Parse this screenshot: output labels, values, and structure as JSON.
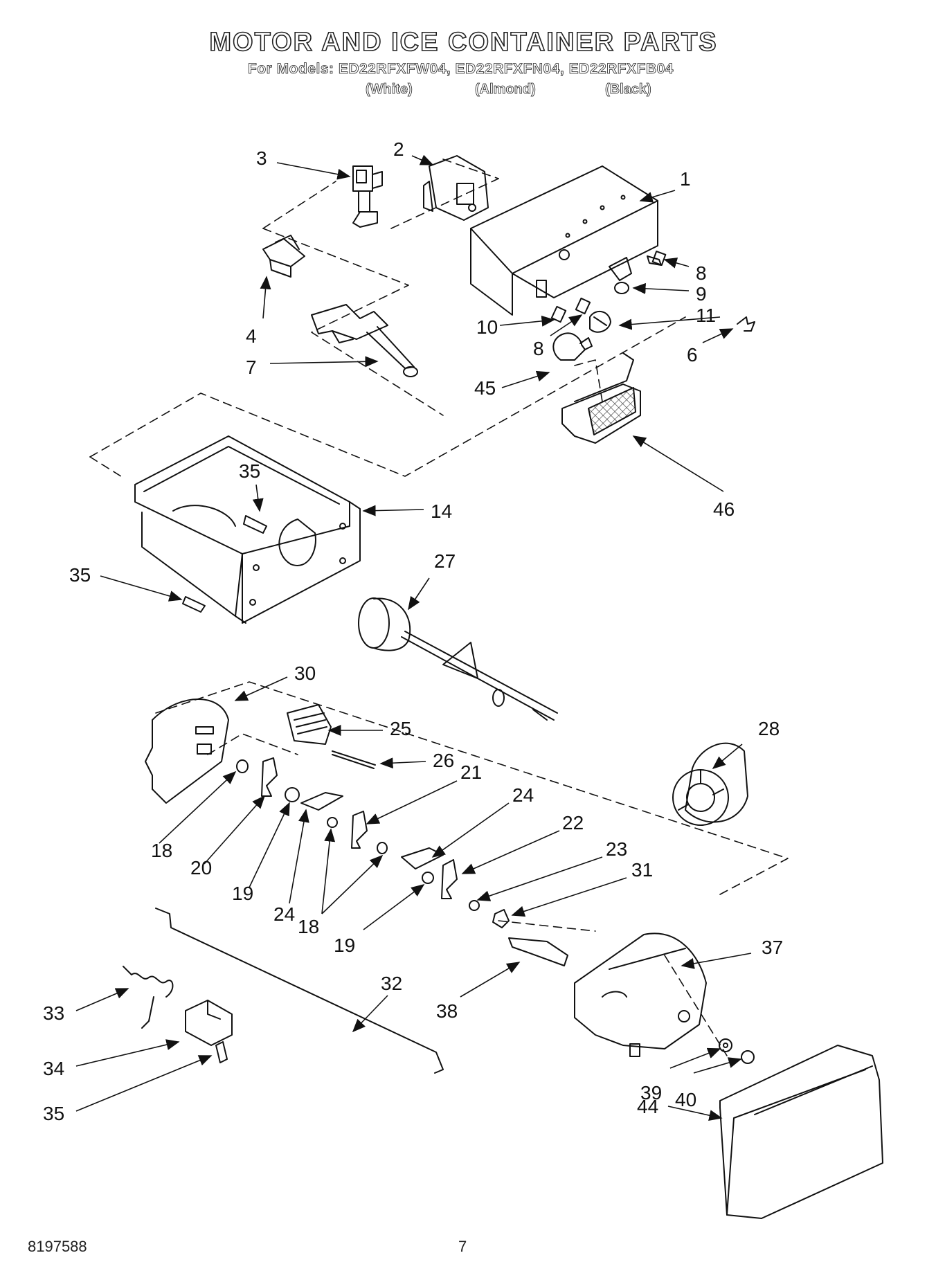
{
  "header": {
    "title": "MOTOR AND ICE CONTAINER PARTS",
    "models_line": "For Models: ED22RFXFW04, ED22RFXFN04, ED22RFXFB04",
    "variants": [
      "(White)",
      "(Almond)",
      "(Black)"
    ]
  },
  "callouts": [
    "1",
    "2",
    "3",
    "4",
    "6",
    "7",
    "8",
    "8",
    "9",
    "10",
    "11",
    "14",
    "18",
    "18",
    "19",
    "19",
    "20",
    "21",
    "22",
    "23",
    "24",
    "24",
    "25",
    "26",
    "27",
    "28",
    "30",
    "31",
    "32",
    "33",
    "34",
    "35",
    "35",
    "35",
    "37",
    "38",
    "39",
    "40",
    "44",
    "45",
    "46"
  ],
  "footer": {
    "doc_number": "8197588",
    "page_number": "7"
  }
}
